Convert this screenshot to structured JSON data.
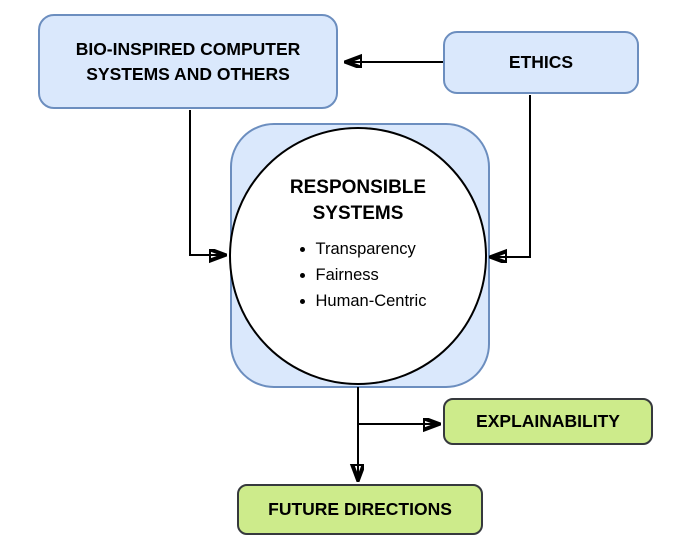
{
  "diagram": {
    "title": "Responsible systems concept diagram",
    "colors": {
      "blue_fill": "#dae8fc",
      "blue_stroke": "#6c8ebf",
      "green_fill": "#cdeb8b",
      "green_stroke": "#36393d",
      "circle_fill": "#ffffff",
      "line": "#000000",
      "background": "#ffffff"
    },
    "nodes": {
      "bio": {
        "label": "BIO-INSPIRED COMPUTER SYSTEMS AND OTHERS",
        "shape": "rounded-rect",
        "color": "blue"
      },
      "ethics": {
        "label": "ETHICS",
        "shape": "rounded-rect",
        "color": "blue"
      },
      "responsible": {
        "title": "RESPONSIBLE SYSTEMS",
        "bullets": [
          "Transparency",
          "Fairness",
          "Human-Centric"
        ],
        "shape": "circle-on-rounded-square",
        "color": "blue-square-white-circle"
      },
      "explainability": {
        "label": "EXPLAINABILITY",
        "shape": "rounded-rect",
        "color": "green"
      },
      "future": {
        "label": "FUTURE DIRECTIONS",
        "shape": "rounded-rect",
        "color": "green"
      }
    },
    "edges": [
      {
        "from": "ethics",
        "to": "bio",
        "type": "arrow"
      },
      {
        "from": "bio",
        "to": "responsible",
        "type": "arrow"
      },
      {
        "from": "ethics",
        "to": "responsible",
        "type": "arrow"
      },
      {
        "from": "responsible",
        "to": "explainability",
        "type": "arrow"
      },
      {
        "from": "responsible",
        "to": "future",
        "type": "arrow"
      }
    ]
  }
}
